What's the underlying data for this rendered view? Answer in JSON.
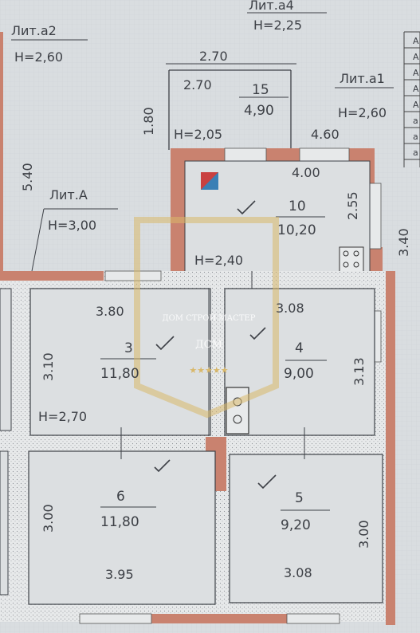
{
  "labels": {
    "lit_a4": "Лит.а4",
    "lit_a4_h": "Н=2,25",
    "lit_a2": "Лит.а2",
    "lit_a2_h": "Н=2,60",
    "lit_a1": "Лит.а1",
    "lit_a1_h": "Н=2,60",
    "lit_a": "Лит.А",
    "lit_a_h": "Н=3,00",
    "h_205": "Н=2,05",
    "h_240": "Н=2,40",
    "h_270": "Н=2,70"
  },
  "dims": {
    "d_270_top": "2.70",
    "d_270_in": "2.70",
    "d_180": "1.80",
    "d_460": "4.60",
    "d_540": "5.40",
    "d_400": "4.00",
    "d_255": "2.55",
    "d_340": "3.40",
    "d_380": "3.80",
    "d_308a": "3.08",
    "d_310": "3.10",
    "d_313": "3.13",
    "d_300a": "3.00",
    "d_300b": "3.00",
    "d_395": "3.95",
    "d_308b": "3.08"
  },
  "rooms": [
    {
      "num": "15",
      "area": "4,90"
    },
    {
      "num": "10",
      "area": "10,20"
    },
    {
      "num": "3",
      "area": "11,80"
    },
    {
      "num": "4",
      "area": "9,00"
    },
    {
      "num": "6",
      "area": "11,80"
    },
    {
      "num": "5",
      "area": "9,20"
    }
  ],
  "watermark": {
    "brand": "ДОМ СТРОЙ МАСТЕР",
    "logo": "ДСМ",
    "stars": "★★★★★"
  },
  "side_letters": [
    "А",
    "А",
    "А",
    "А",
    "А",
    "а",
    "а",
    "а"
  ],
  "colors": {
    "paper": "#d9dde0",
    "wall": "#c9826f",
    "ink": "#3d4046",
    "watermark_gold": "#d9b86a"
  }
}
